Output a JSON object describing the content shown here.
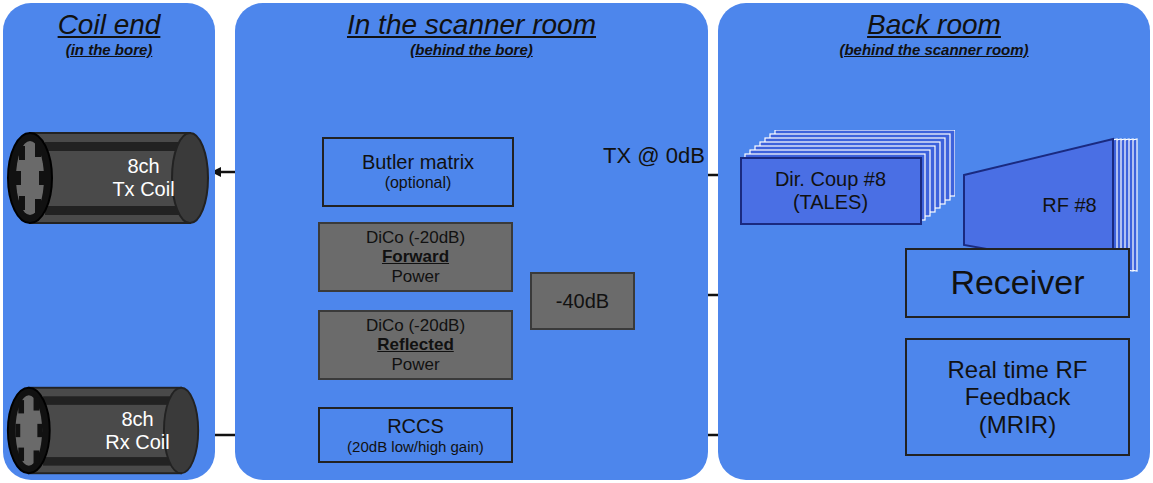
{
  "diagram": {
    "nodes": [
      {
        "text": [
          "Coil end",
          "(in the bore)"
        ]
      },
      {
        "text": [
          "In the scanner room",
          "(behind the bore)"
        ]
      },
      {
        "text": [
          "Back room",
          "(behind the scanner room)"
        ]
      },
      {
        "text": [
          "8ch",
          "Tx Coil"
        ],
        "in": 0
      },
      {
        "text": [
          "8ch",
          "Rx Coil"
        ],
        "in": 0
      },
      {
        "text": [
          "Butler matrix",
          "(optional)"
        ],
        "in": 1
      },
      {
        "text": [
          "DiCo (-20dB)",
          "Forward",
          "Power"
        ],
        "in": 1
      },
      {
        "text": [
          "DiCo (-20dB)",
          "Reflected",
          "Power"
        ],
        "in": 1
      },
      {
        "text": [
          "-40dB"
        ],
        "in": 1
      },
      {
        "text": [
          "RCCS",
          "(20dB low/high gain)"
        ],
        "in": 1
      },
      {
        "text": [
          "Dir. Coup #8",
          "(TALES)"
        ],
        "in": 2
      },
      {
        "text": [
          "RF #8"
        ],
        "in": 2
      },
      {
        "text": [
          "Receiver"
        ],
        "in": 2
      },
      {
        "text": [
          "Real time RF Feedback",
          "(MRIR)"
        ],
        "in": 2
      }
    ],
    "edges": [
      {
        "from": 11,
        "to": 10,
        "arrow": "to"
      },
      {
        "from": 10,
        "to": 5,
        "arrow": "to",
        "label": "TX @ 0dB"
      },
      {
        "from": 5,
        "to": 3,
        "arrow": "to"
      },
      {
        "from": 5,
        "to": 6,
        "arrow": "to"
      },
      {
        "from": 5,
        "to": 7,
        "arrow": "to"
      },
      {
        "from": 6,
        "to": 8,
        "arrow": "none"
      },
      {
        "from": 7,
        "to": 8,
        "arrow": "none"
      },
      {
        "from": 8,
        "to": 12,
        "arrow": "to"
      },
      {
        "from": 4,
        "to": 9,
        "arrow": "to"
      },
      {
        "from": 9,
        "to": 12,
        "arrow": "to"
      },
      {
        "from": 12,
        "to": 13,
        "arrow": "to"
      }
    ]
  }
}
